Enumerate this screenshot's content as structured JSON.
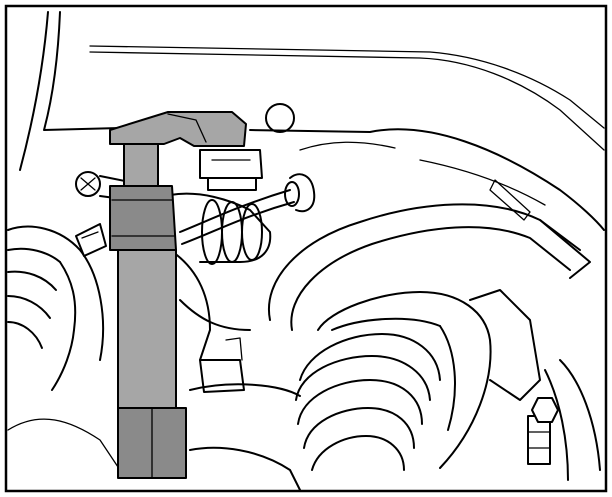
{
  "illustration": {
    "colors": {
      "tool_gray": "#a6a6a6",
      "tool_dark": "#8a8a8a",
      "line": "#000000",
      "background": "#ffffff"
    },
    "parts": [
      "frame",
      "fender-panel",
      "socket-wrench-tool",
      "sensor-bracket",
      "cv-boot-left",
      "cv-boot-right",
      "steering-boot",
      "control-arm",
      "wire-harness",
      "hex-bolt"
    ]
  }
}
